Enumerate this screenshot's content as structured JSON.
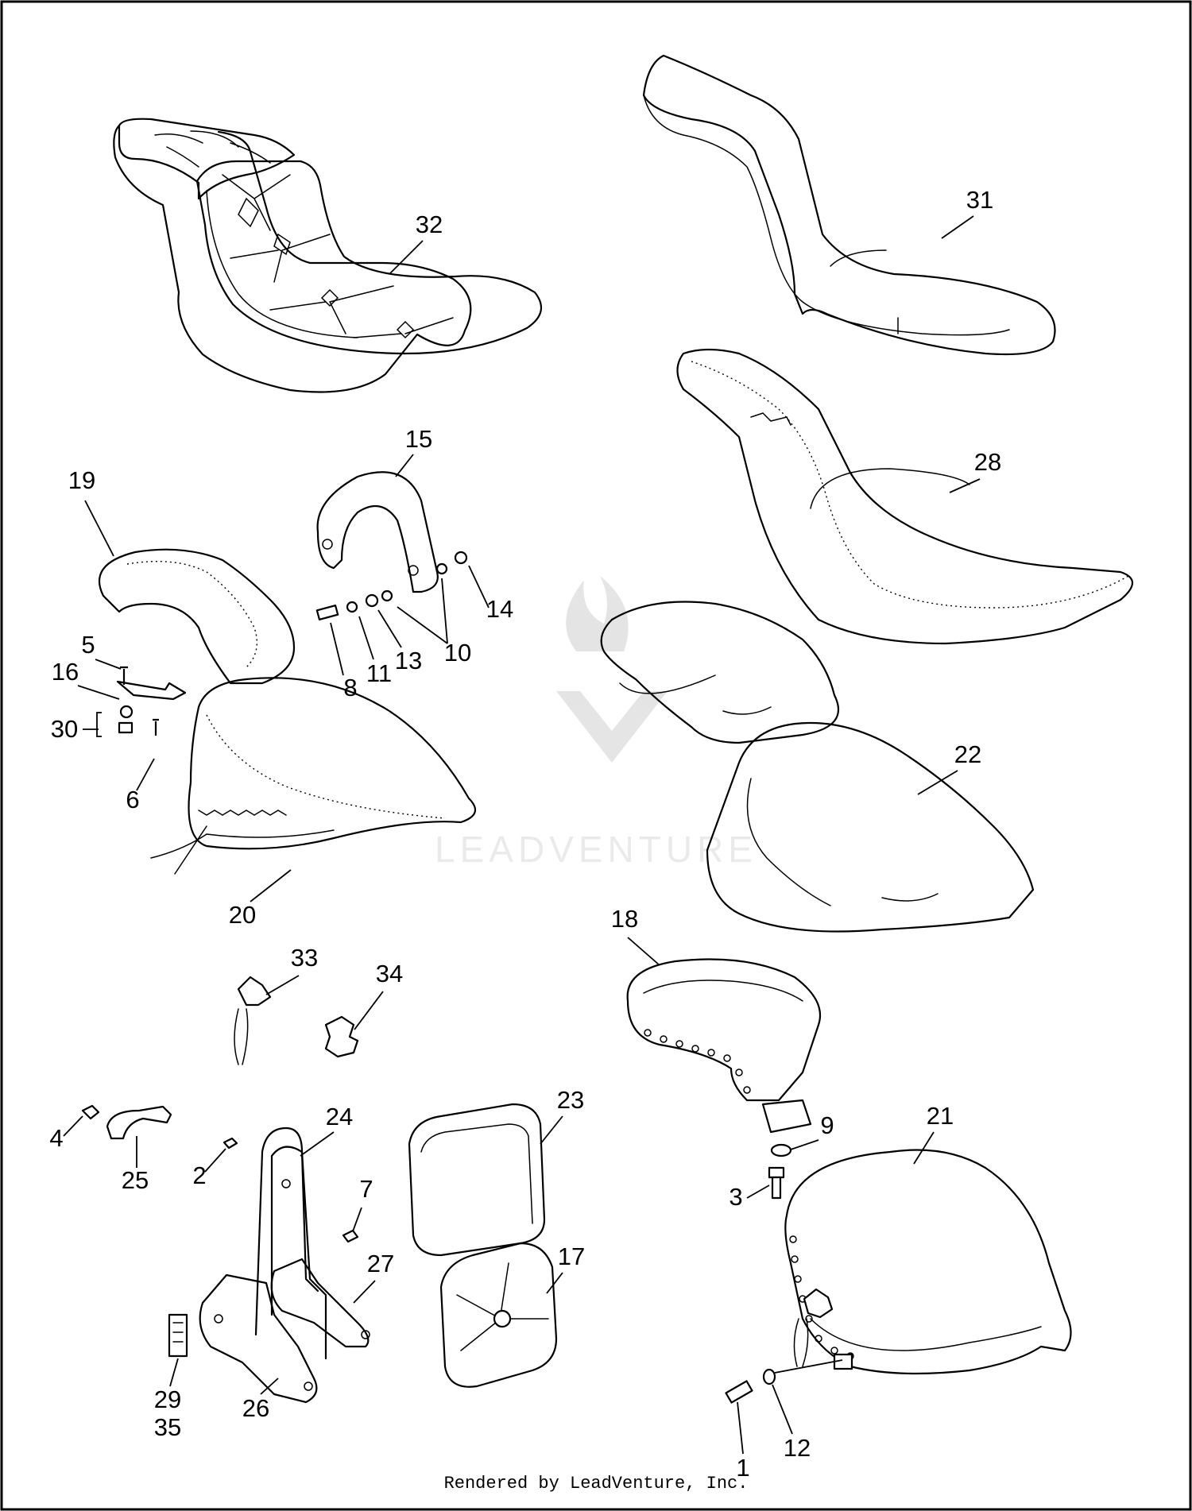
{
  "diagram": {
    "callouts": {
      "c1": "1",
      "c2": "2",
      "c3": "3",
      "c4": "4",
      "c5": "5",
      "c6": "6",
      "c7": "7",
      "c8": "8",
      "c9": "9",
      "c10": "10",
      "c11": "11",
      "c12": "12",
      "c13": "13",
      "c14": "14",
      "c15": "15",
      "c16": "16",
      "c17": "17",
      "c18": "18",
      "c19": "19",
      "c20": "20",
      "c21": "21",
      "c22": "22",
      "c23": "23",
      "c24": "24",
      "c25": "25",
      "c26": "26",
      "c27": "27",
      "c28": "28",
      "c29": "29",
      "c30": "30",
      "c31": "31",
      "c32": "32",
      "c33": "33",
      "c34": "34",
      "c35": "35"
    },
    "watermark": "LEADVENTURE",
    "footer": "Rendered by LeadVenture, Inc."
  }
}
